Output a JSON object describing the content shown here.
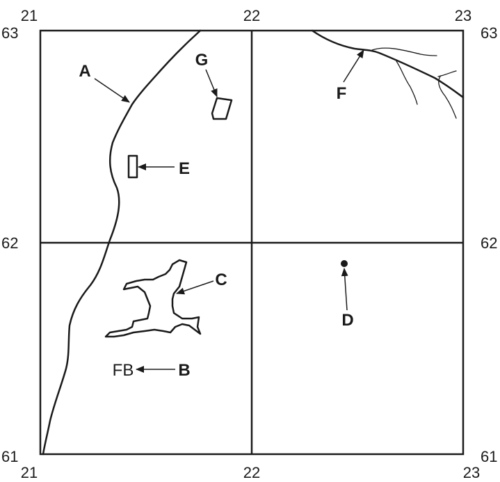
{
  "map": {
    "top_ticks": [
      "21",
      "22",
      "23"
    ],
    "bottom_ticks": [
      "21",
      "22",
      "23"
    ],
    "left_ticks": [
      "63",
      "62",
      "61"
    ],
    "right_ticks": [
      "63",
      "62",
      "61"
    ],
    "labels": {
      "a": "A",
      "b": "B",
      "c": "C",
      "d": "D",
      "e": "E",
      "f": "F",
      "g": "G",
      "fb": "FB"
    },
    "colors": {
      "ink": "#1a1a1a",
      "background": "#ffffff"
    }
  }
}
